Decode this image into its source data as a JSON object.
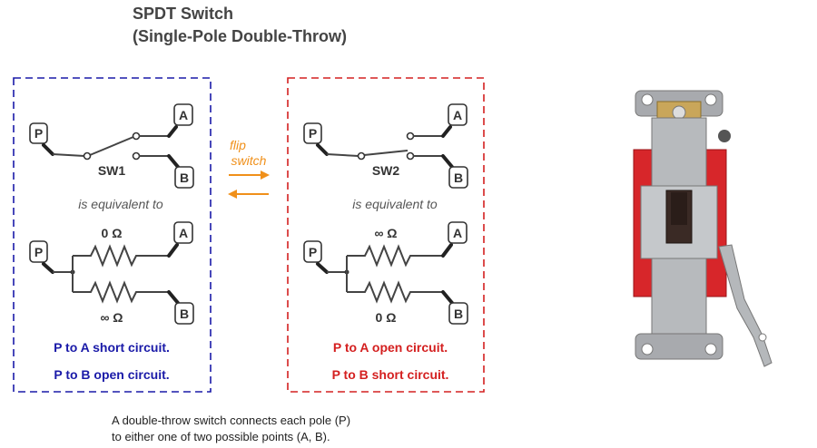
{
  "title": {
    "line1": "SPDT Switch",
    "line2": "(Single-Pole Double-Throw)"
  },
  "colors": {
    "blue": "#1a1aa8",
    "red": "#d42020",
    "orange": "#f0901a",
    "text": "#444444"
  },
  "left_panel": {
    "switch_label": "SW1",
    "equivalent": "is equivalent to",
    "terminal_p": "P",
    "terminal_a": "A",
    "terminal_b": "B",
    "r_top": "0 Ω",
    "r_bottom": "∞ Ω",
    "summary1": "P to A short circuit.",
    "summary2": "P to B open circuit."
  },
  "right_panel": {
    "switch_label": "SW2",
    "equivalent": "is equivalent to",
    "terminal_p": "P",
    "terminal_a": "A",
    "terminal_b": "B",
    "r_top": "∞ Ω",
    "r_bottom": "0 Ω",
    "summary1": "P to A open circuit.",
    "summary2": "P to B short circuit."
  },
  "flip": {
    "line1": "flip",
    "line2": "switch"
  },
  "caption": {
    "line1": "A double-throw switch connects each pole (P)",
    "line2": "to either one of two possible points (A, B)."
  }
}
